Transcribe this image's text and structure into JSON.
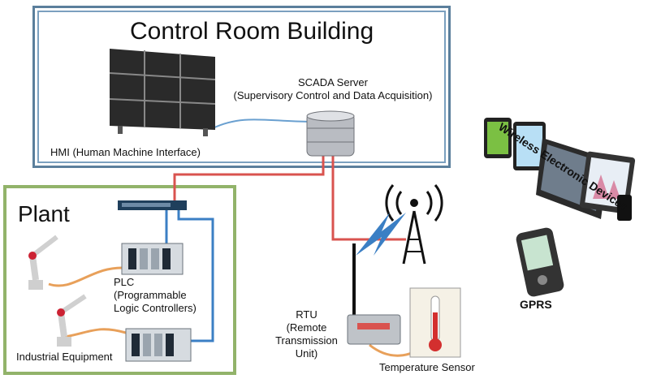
{
  "control_room": {
    "title": "Control Room Building"
  },
  "scada": {
    "line1": "SCADA Server",
    "line2": "(Supervisory Control and Data Acquisition)"
  },
  "hmi": {
    "label": "HMI (Human Machine Interface)"
  },
  "plant": {
    "title": "Plant"
  },
  "plc": {
    "line1": "PLC",
    "line2": "(Programmable",
    "line3": "Logic Controllers)"
  },
  "industrial": {
    "label": "Industrial Equipment"
  },
  "rtu": {
    "line1": "RTU",
    "line2": "(Remote",
    "line3": "Transmission",
    "line4": "Unit)"
  },
  "sensor": {
    "label": "Temperature Sensor"
  },
  "wireless": {
    "title": "Wireless Electronic Devices"
  },
  "gprs": {
    "label": "GPRS"
  },
  "colors": {
    "network_red": "#d9534f",
    "network_blue": "#3b7fc4",
    "cable_orange": "#e8a05a",
    "plant_border": "#92b36a",
    "room_border": "#5b7f9c"
  }
}
